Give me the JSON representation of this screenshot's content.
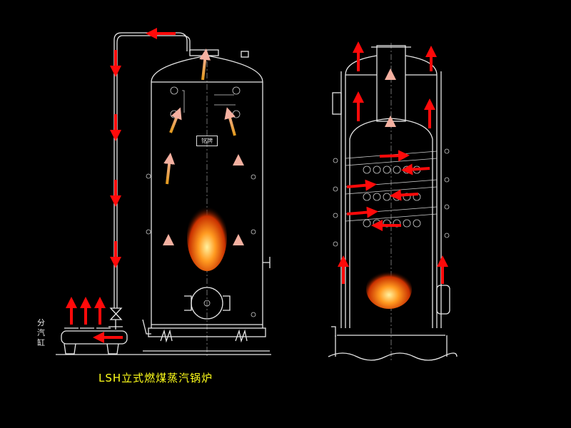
{
  "caption": "LSH立式燃煤蒸汽锅炉",
  "header_label": "分汽缸",
  "nameplate": "铭牌",
  "colors": {
    "background": "#000000",
    "lines": "#e8e8e8",
    "water_flow_arrows": "#ff0a0a",
    "hot_gas_arrows": "#e8a040",
    "caption": "#ffff1a"
  },
  "icons": [
    "flame-icon",
    "red-arrow-icon",
    "hot-gas-arrow-icon",
    "valve-icon"
  ]
}
